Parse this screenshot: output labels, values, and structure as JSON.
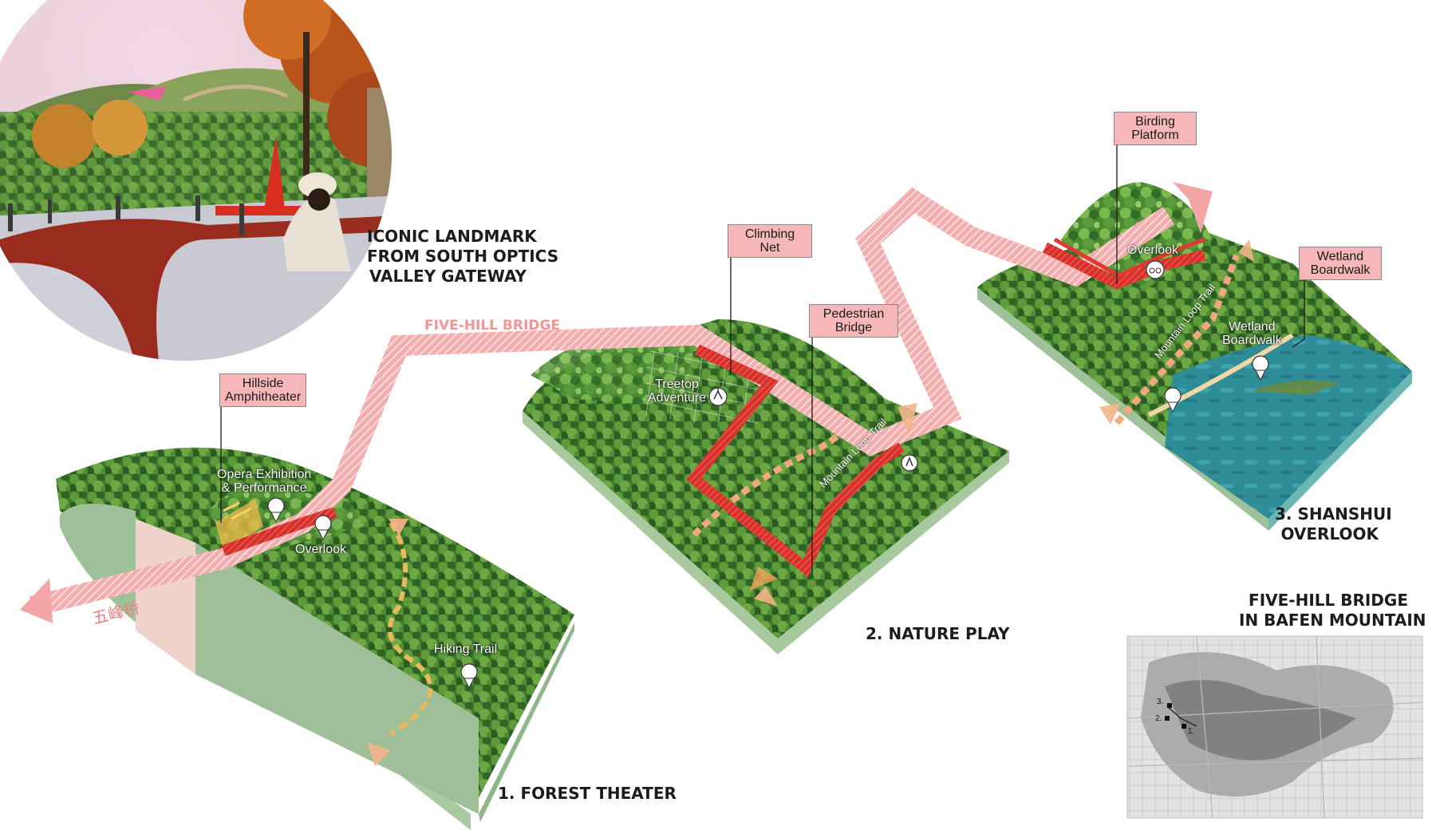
{
  "headings": {
    "landmark": [
      "ICONIC LANDMARK",
      "FROM SOUTH OPTICS",
      "VALLEY GATEWAY"
    ],
    "forest_theater": "1. FOREST THEATER",
    "nature_play": "2. NATURE PLAY",
    "shanshui": [
      "3. SHANSHUI",
      "OVERLOOK"
    ],
    "map_title": [
      "FIVE-HILL BRIDGE",
      "IN BAFEN MOUNTAIN"
    ]
  },
  "bridge": {
    "title": "FIVE-HILL BRIDGE",
    "chinese_name": "五峰桥"
  },
  "callouts": {
    "hillside_amphitheater": [
      "Hillside",
      "Amphitheater"
    ],
    "climbing_net": [
      "Climbing",
      "Net"
    ],
    "pedestrian_bridge": [
      "Pedestrian",
      "Bridge"
    ],
    "birding_platform": [
      "Birding",
      "Platform"
    ],
    "wetland_boardwalk": [
      "Wetland",
      "Boardwalk"
    ]
  },
  "map_labels": {
    "opera": [
      "Opera Exhibition",
      "& Performance"
    ],
    "overlook_1": "Overlook",
    "hiking_trail": "Hiking Trail",
    "treetop": [
      "Treetop",
      "Adventure"
    ],
    "mountain_loop_2": "Mountain Loop Trail",
    "overlook_3": "Overlook",
    "mountain_loop_3": "Mountain Loop Trail",
    "wetland_3": [
      "Wetland",
      "Boardwalk"
    ]
  },
  "location_map": {
    "markers": [
      "1.",
      "2.",
      "3."
    ]
  },
  "colors": {
    "bridge_pink": "#f4a5a6",
    "bridge_red": "#d9322b",
    "trail_orange": "#f2a35e",
    "forest_green": "#3e7a2c",
    "terrain_side": "#a9c9a0",
    "water": "#2e8c96"
  },
  "icons": [
    "sign-tower",
    "location-pin-icon",
    "binoculars-icon",
    "climber-icon",
    "hiker-icon"
  ]
}
